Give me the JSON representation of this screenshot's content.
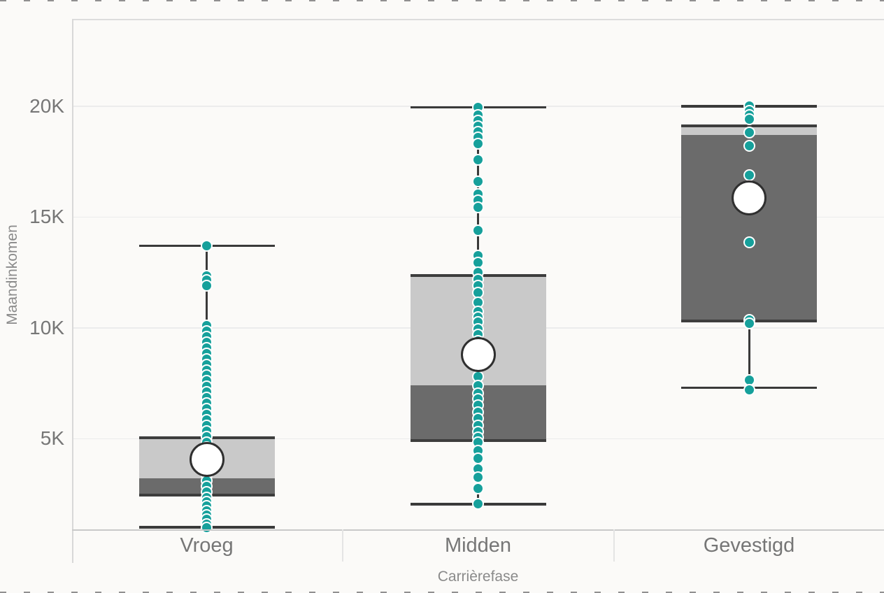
{
  "chart_data": {
    "type": "boxplot",
    "title": "",
    "xlabel": "Carrièrefase",
    "ylabel": "Maandinkomen",
    "value_unit": "K",
    "categories": [
      "Vroeg",
      "Midden",
      "Gevestigd"
    ],
    "y_ticks": [
      {
        "label": "5K",
        "value": 5
      },
      {
        "label": "10K",
        "value": 10
      },
      {
        "label": "15K",
        "value": 15
      },
      {
        "label": "20K",
        "value": 20
      }
    ],
    "ylim": [
      0.9,
      23.9
    ],
    "grid": true,
    "legend": "none",
    "series": [
      {
        "category": "Vroeg",
        "min": 1.0,
        "q1": 2.45,
        "median": 3.2,
        "q3": 5.05,
        "max": 13.7,
        "mean": 4.05,
        "points": [
          13.7,
          12.35,
          12.15,
          11.9,
          10.1,
          9.85,
          9.6,
          9.35,
          9.1,
          8.85,
          8.6,
          8.35,
          8.1,
          7.85,
          7.6,
          7.35,
          7.1,
          6.85,
          6.6,
          6.35,
          6.1,
          5.85,
          5.6,
          5.35,
          5.1,
          4.85,
          4.6,
          4.35,
          4.1,
          3.85,
          3.6,
          3.35,
          3.1,
          2.85,
          2.6,
          2.35,
          2.15,
          1.95,
          1.75,
          1.55,
          1.35,
          1.15,
          1.0
        ]
      },
      {
        "category": "Midden",
        "min": 2.05,
        "q1": 4.9,
        "median": 7.4,
        "q3": 12.35,
        "max": 19.95,
        "mean": 8.8,
        "points": [
          19.95,
          19.6,
          19.35,
          19.1,
          18.85,
          18.6,
          18.3,
          17.6,
          16.6,
          16.05,
          15.75,
          15.45,
          14.4,
          13.25,
          12.95,
          12.5,
          12.2,
          11.9,
          11.6,
          11.15,
          10.75,
          10.5,
          10.25,
          9.95,
          9.7,
          9.4,
          9.1,
          7.8,
          7.4,
          7.05,
          6.8,
          6.5,
          6.2,
          5.9,
          5.6,
          5.3,
          5.05,
          4.85,
          4.45,
          4.1,
          3.65,
          3.25,
          2.75,
          2.05
        ]
      },
      {
        "category": "Gevestigd",
        "min": 7.3,
        "q1": 10.3,
        "median": 18.7,
        "q3": 19.1,
        "max": 20.0,
        "mean": 15.85,
        "points": [
          20.0,
          19.8,
          19.6,
          19.4,
          18.8,
          18.2,
          16.9,
          13.85,
          10.35,
          10.2,
          7.65,
          7.2
        ]
      }
    ],
    "colors": {
      "point": "#16a09b",
      "point_ring": "#ffffff",
      "box_upper": "#c9c9c9",
      "box_lower": "#6b6b6b",
      "box_edge": "#3d3d3d",
      "whisker": "#3a3a3a",
      "mean_fill": "#ffffff",
      "mean_edge": "#2f2f2f",
      "gridline": "#ececec",
      "axis_line": "#d8d8d8",
      "tick_text": "#767676",
      "axis_title_text": "#8a8a8a"
    }
  }
}
